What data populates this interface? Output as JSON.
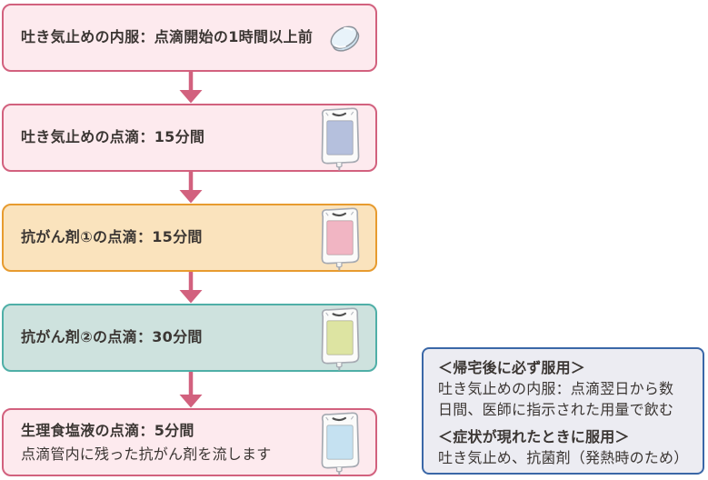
{
  "flow": {
    "arrow_color": "#d2617e",
    "steps": [
      {
        "title": "吐き気止めの内服：点滴開始の1時間以上前",
        "icon": "pill-icon",
        "theme": "pink",
        "border_color": "#d2617e",
        "bg_color": "#fdeaee"
      },
      {
        "title": "吐き気止めの点滴：15分間",
        "icon": "iv-bag-icon",
        "theme": "pink",
        "border_color": "#d2617e",
        "bg_color": "#fdeaee",
        "liquid_color": "#b5c0dd"
      },
      {
        "title": "抗がん剤①の点滴：15分間",
        "icon": "iv-bag-icon",
        "theme": "orange",
        "border_color": "#e79b2f",
        "bg_color": "#fae3bd",
        "liquid_color": "#f1b5c3"
      },
      {
        "title": "抗がん剤②の点滴：30分間",
        "icon": "iv-bag-icon",
        "theme": "teal",
        "border_color": "#4fafa7",
        "bg_color": "#cee2de",
        "liquid_color": "#dde4a2"
      },
      {
        "title": "生理食塩液の点滴：5分間",
        "subtitle": "点滴管内に残った抗がん剤を流します",
        "icon": "iv-bag-icon",
        "theme": "pink",
        "border_color": "#d2617e",
        "bg_color": "#fdeaee",
        "liquid_color": "#c5e1f1"
      }
    ]
  },
  "note": {
    "border_color": "#3a67a7",
    "bg_color": "#ececf2",
    "sections": [
      {
        "heading": "＜帰宅後に必ず服用＞",
        "body": "吐き気止めの内服：点滴翌日から数日間、医師に指示された用量で飲む"
      },
      {
        "heading": "＜症状が現れたときに服用＞",
        "body": "吐き気止め、抗菌剤（発熱時のため）"
      }
    ]
  }
}
